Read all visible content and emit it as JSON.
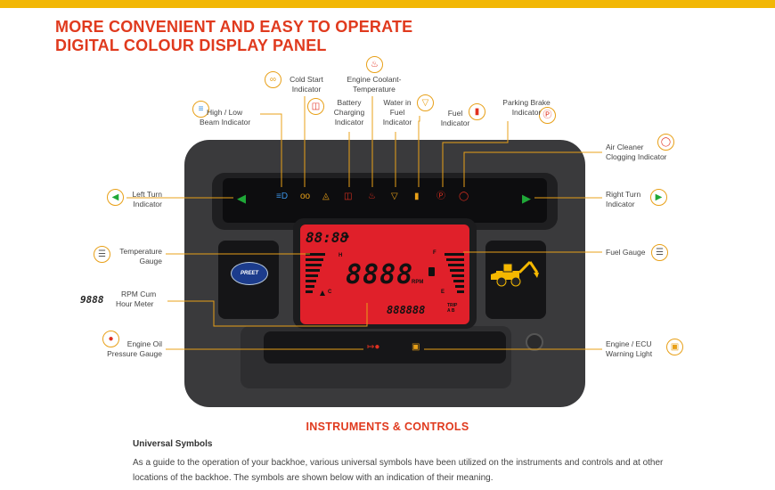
{
  "header": {
    "line1": "MORE CONVENIENT AND EASY TO OPERATE",
    "line2": "DIGITAL COLOUR DISPLAY PANEL"
  },
  "labels": {
    "high_low_beam_1": "High / Low",
    "high_low_beam_2": "Beam Indicator",
    "cold_start_1": "Cold Start",
    "cold_start_2": "Indicator",
    "coolant_1": "Engine Coolant-",
    "coolant_2": "Temperature",
    "battery_1": "Battery",
    "battery_2": "Charging",
    "battery_3": "Indicator",
    "water_fuel_1": "Water in",
    "water_fuel_2": "Fuel",
    "water_fuel_3": "Indicator",
    "fuel_1": "Fuel",
    "fuel_2": "Indicator",
    "parking_1": "Parking Brake",
    "parking_2": "Indicator",
    "air_cleaner_1": "Air Cleaner",
    "air_cleaner_2": "Clogging Indicator",
    "left_turn_1": "Left Turn",
    "left_turn_2": "Indicator",
    "right_turn_1": "Right Turn",
    "right_turn_2": "Indicator",
    "temp_gauge_1": "Temperature",
    "temp_gauge_2": "Gauge",
    "fuel_gauge": "Fuel Gauge",
    "rpm_1": "RPM Cum",
    "rpm_2": "Hour Meter",
    "rpm_sample": "9888",
    "oil_1": "Engine Oil",
    "oil_2": "Pressure Gauge",
    "ecu_1": "Engine / ECU",
    "ecu_2": "Warning Light"
  },
  "display": {
    "time_digits": "88:88",
    "rpm_digits": "8888",
    "rpm_unit": "RPM",
    "hour_digits": "888888",
    "trip_1": "TRIP",
    "trip_2": "A B",
    "gauge_h": "H",
    "gauge_c": "C",
    "gauge_f": "F",
    "gauge_e": "E",
    "logo_text": "PREET"
  },
  "section": {
    "heading": "INSTRUMENTS & CONTROLS",
    "title": "Universal Symbols",
    "paragraph": "As a guide to the operation of your backhoe, various universal symbols have been utilized on the instruments and controls and at other locations of the backhoe. The symbols are shown below with an indication of their meaning."
  },
  "colors": {
    "accent_red": "#e03a1e",
    "accent_yellow": "#f2b705",
    "icon_ring": "#e8a018",
    "lcd_red": "#e0202a",
    "turn_green": "#1fa838",
    "warning_red": "#e03020",
    "beam_blue": "#3a8fe0"
  },
  "icons": [
    "high-low-beam-icon",
    "cold-start-icon",
    "battery-icon",
    "coolant-temp-icon",
    "water-in-fuel-icon",
    "fuel-icon",
    "parking-brake-icon",
    "air-cleaner-icon",
    "left-arrow-icon",
    "right-arrow-icon",
    "temperature-gauge-icon",
    "fuel-gauge-icon",
    "oil-pressure-icon",
    "engine-warning-icon",
    "backhoe-icon"
  ]
}
